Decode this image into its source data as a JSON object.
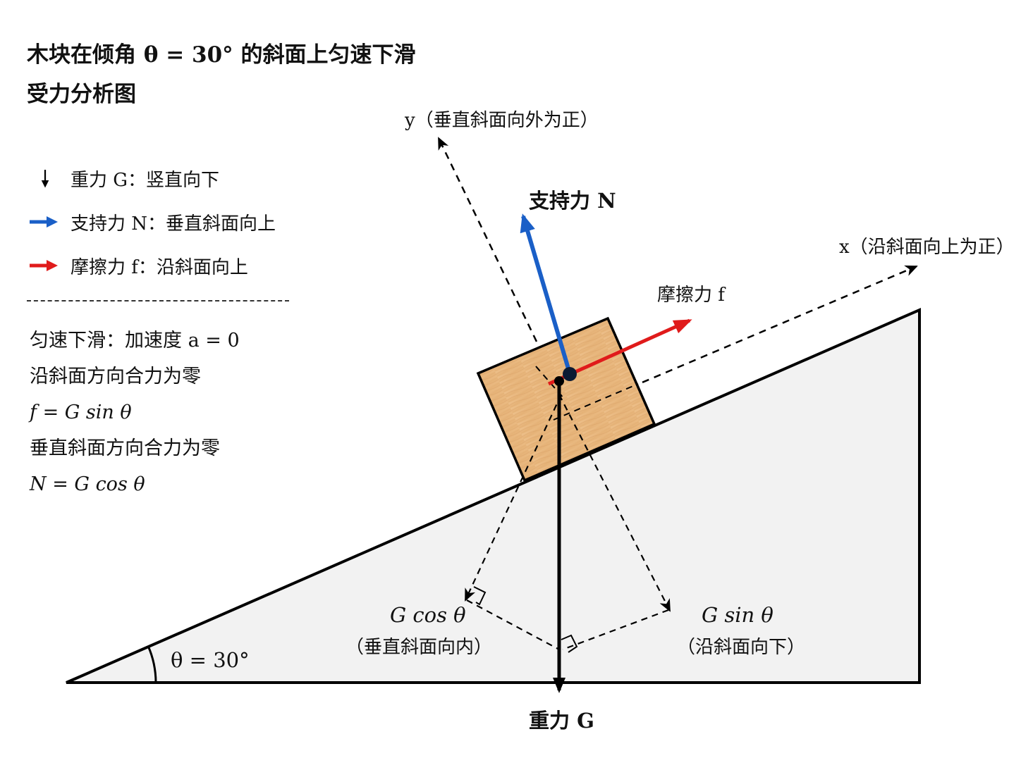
{
  "title": {
    "line1": "木块在倾角 θ = 30° 的斜面上匀速下滑",
    "line2": "受力分析图"
  },
  "legend": {
    "items": [
      {
        "icon": "black-down-arrow-icon",
        "color": "#000000",
        "label": "重力 G：竖直向下"
      },
      {
        "icon": "blue-right-arrow-icon",
        "color": "#1a5fc7",
        "label": "支持力 N：垂直斜面向上"
      },
      {
        "icon": "red-right-arrow-icon",
        "color": "#e01b1b",
        "label": "摩擦力 f：沿斜面向上"
      }
    ]
  },
  "notes": {
    "lines": [
      "匀速下滑：加速度 a = 0",
      "沿斜面方向合力为零",
      "f = G sin θ",
      "垂直斜面方向合力为零",
      "N = G cos θ"
    ]
  },
  "diagram": {
    "axis_y_label": "y（垂直斜面向外为正）",
    "axis_x_label": "x（沿斜面向上为正）",
    "normal_force_label": "支持力 N",
    "friction_label": "摩擦力 f",
    "gravity_label": "重力 G",
    "gcos_label": "G cos θ",
    "gcos_desc": "（垂直斜面向内）",
    "gsin_label": "G sin θ",
    "gsin_desc": "（沿斜面向下）",
    "angle_label": "θ = 30°",
    "colors": {
      "normal": "#1a5fc7",
      "friction": "#e01b1b",
      "gravity": "#000000",
      "incline_fill": "#f2f2f2",
      "block_fill": "#e8b57c"
    }
  }
}
